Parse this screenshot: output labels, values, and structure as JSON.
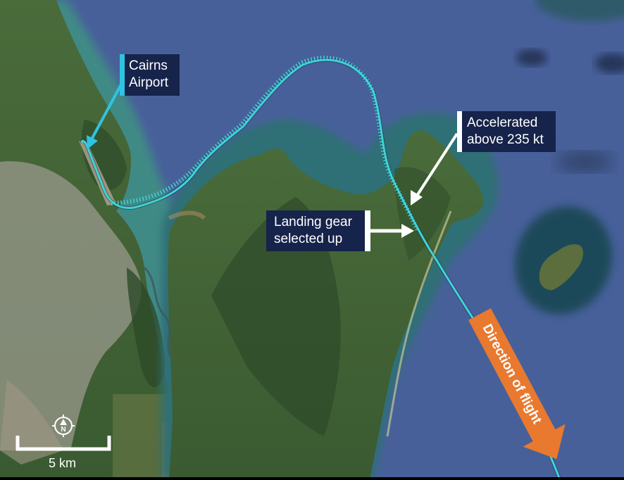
{
  "map": {
    "type": "satellite flight-path map",
    "region": "Cairns coastline",
    "colors": {
      "water": "#48609a",
      "reef_shallow": "#2e6e73",
      "land_green": "#3d5e33",
      "flight_path": "#3fd3d8",
      "label_background": "#16234a",
      "label_text": "#ffffff",
      "airport_pointer": "#2fc3e3",
      "callout_arrow": "#ffffff",
      "direction_arrow": "#e8792f"
    }
  },
  "labels": {
    "airport": {
      "line1": "Cairns",
      "line2": "Airport"
    },
    "accelerated": {
      "line1": "Accelerated",
      "line2": "above 235 kt"
    },
    "landing_gear": {
      "line1": "Landing gear",
      "line2": "selected up"
    }
  },
  "direction_arrow": {
    "text": "Direction of flight"
  },
  "scale_bar": {
    "label": "5 km"
  },
  "compass": {
    "letter": "N"
  }
}
